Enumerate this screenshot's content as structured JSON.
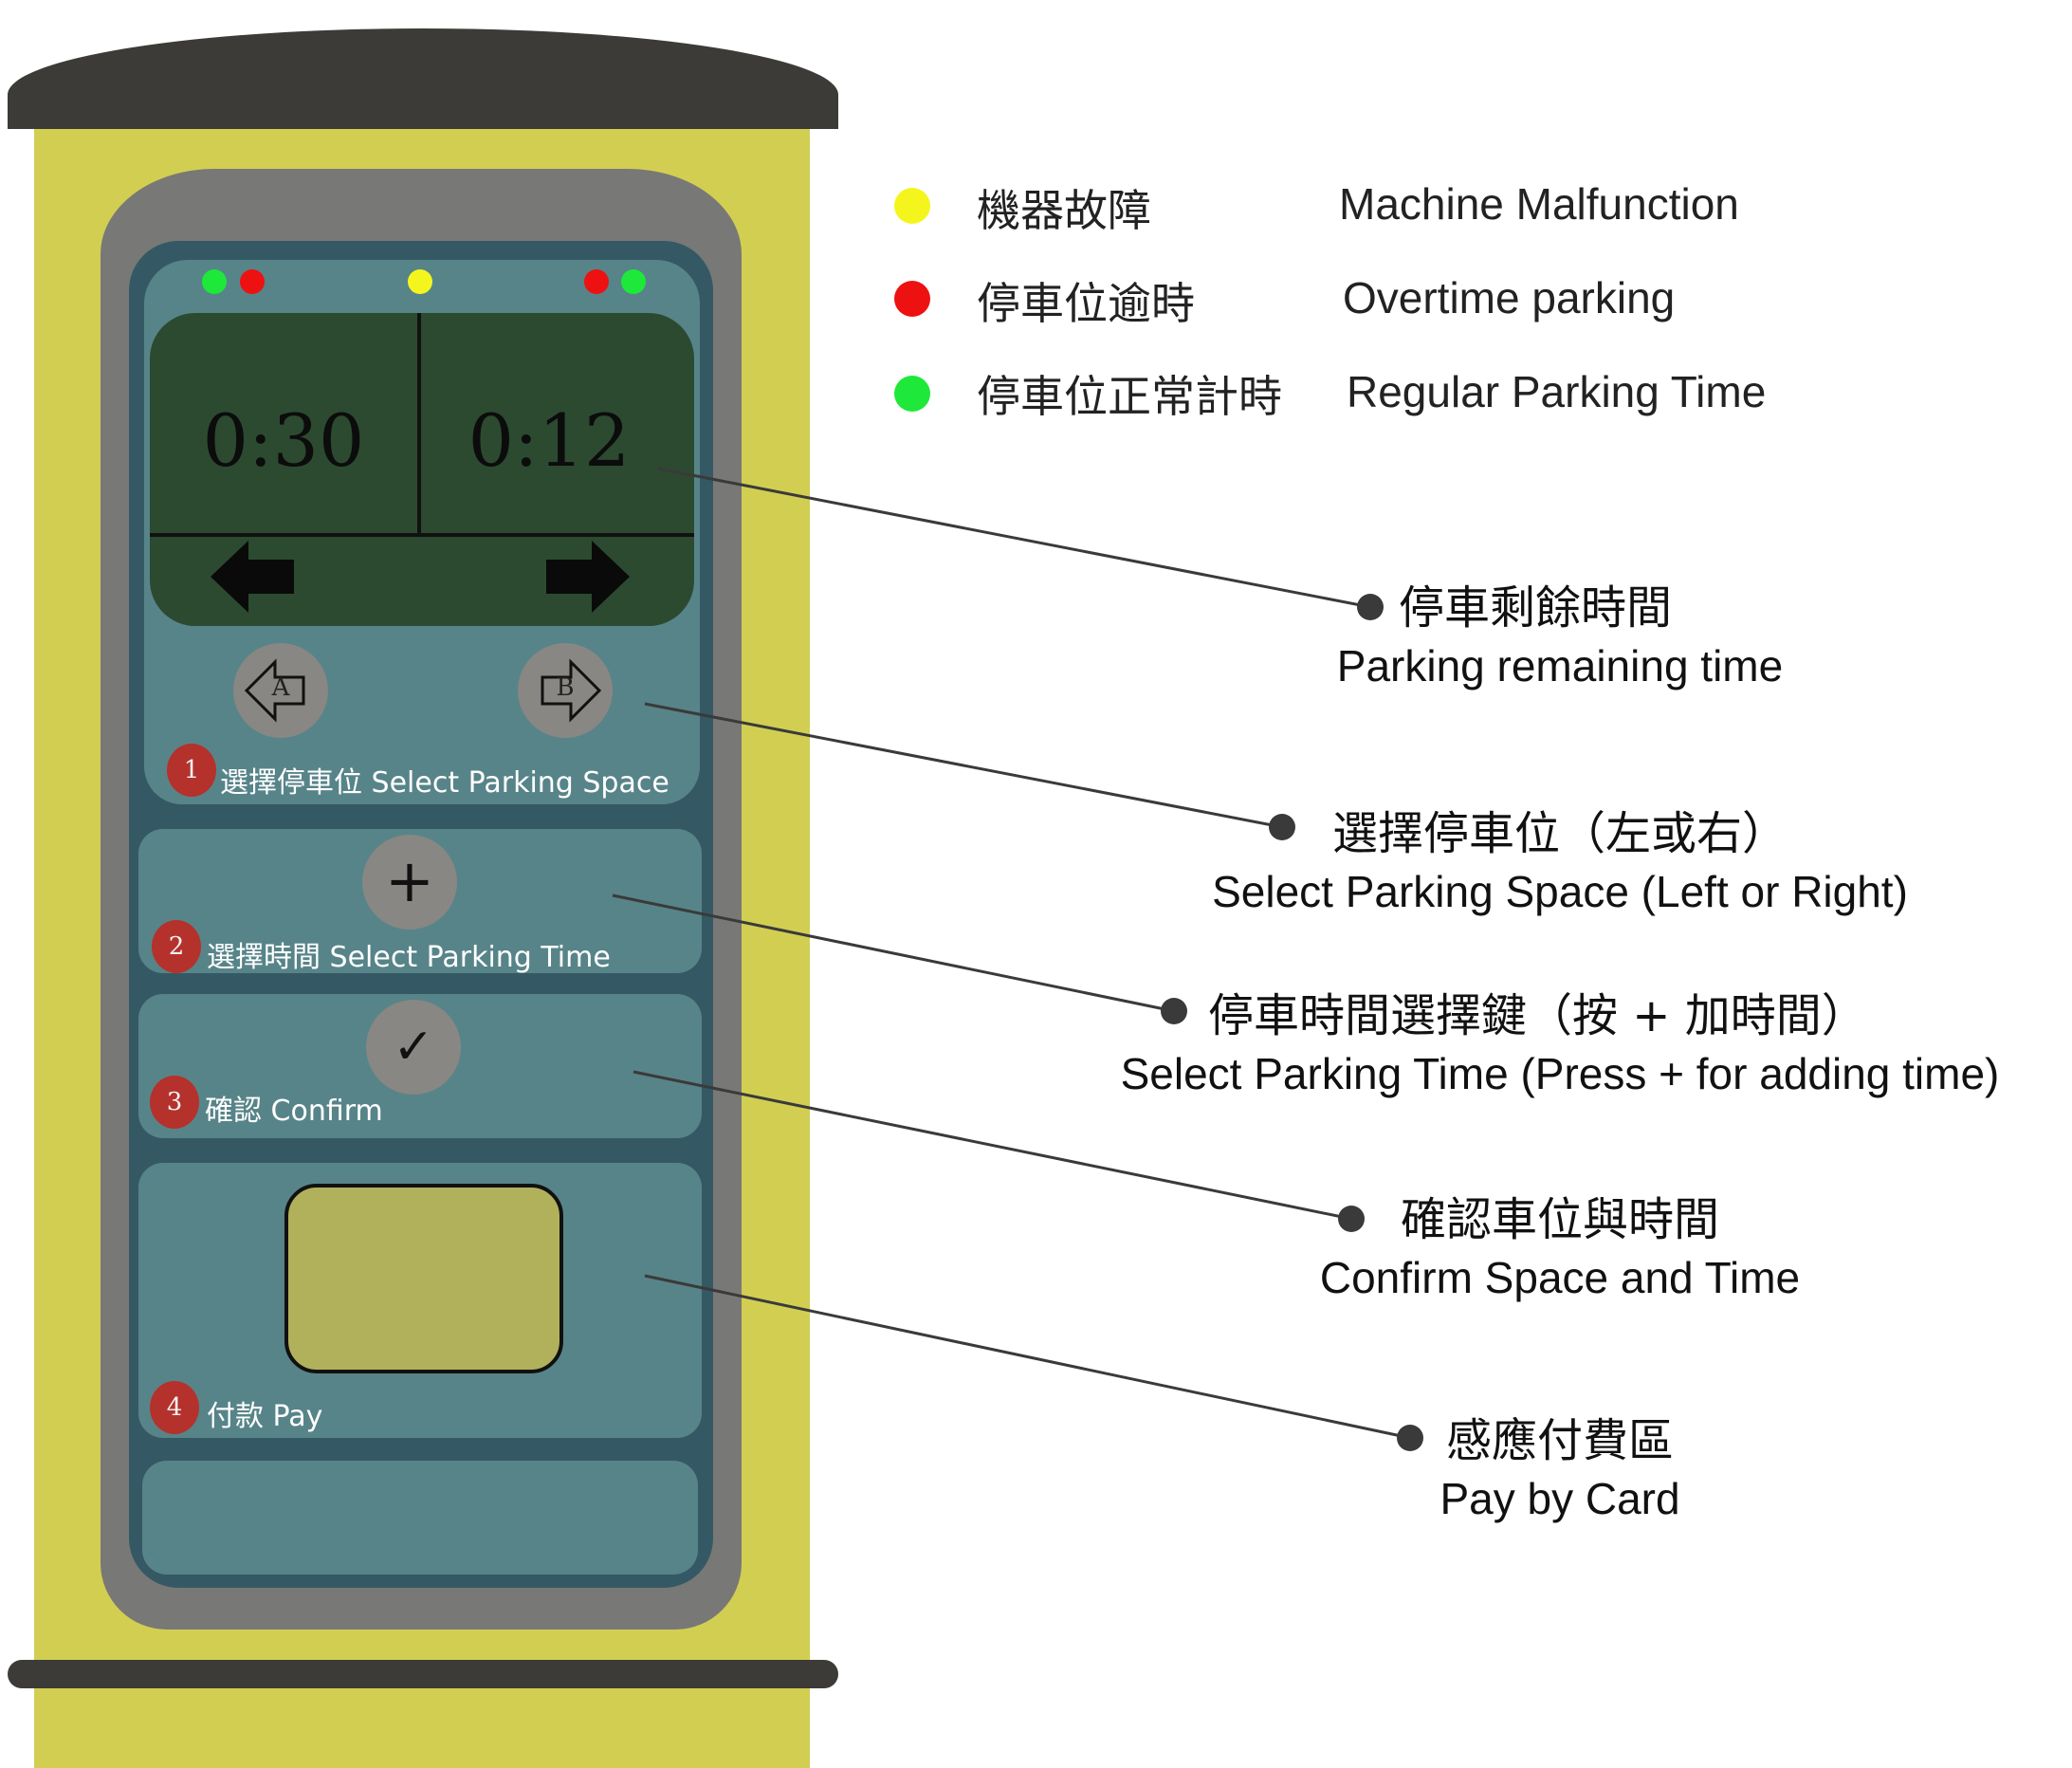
{
  "meter": {
    "left_timer": "0:30",
    "right_timer": "0:12",
    "button_a": "A",
    "button_b": "B",
    "plus_symbol": "+",
    "check_symbol": "✓",
    "steps": [
      {
        "number": "1",
        "label": "選擇停車位 Select Parking Space"
      },
      {
        "number": "2",
        "label": "選擇時間  Select Parking Time"
      },
      {
        "number": "3",
        "label": "確認  Confirm"
      },
      {
        "number": "4",
        "label": "付款  Pay"
      }
    ]
  },
  "legend": [
    {
      "color": "#f5f51e",
      "zh": "機器故障",
      "en": "Machine Malfunction"
    },
    {
      "color": "#ee1111",
      "zh": "停車位逾時",
      "en": "Overtime parking"
    },
    {
      "color": "#1ee83a",
      "zh": "停車位正常計時",
      "en": "Regular Parking Time"
    }
  ],
  "callouts": [
    {
      "zh": "停車剩餘時間",
      "en": "Parking remaining time"
    },
    {
      "zh": "選擇停車位（左或右）",
      "en": "Select Parking Space (Left or Right)"
    },
    {
      "zh": "停車時間選擇鍵（按 + 加時間）",
      "en": "Select Parking Time (Press + for adding time)"
    },
    {
      "zh": "確認車位與時間",
      "en": "Confirm Space and Time"
    },
    {
      "zh": "感應付費區",
      "en": "Pay by Card"
    }
  ]
}
